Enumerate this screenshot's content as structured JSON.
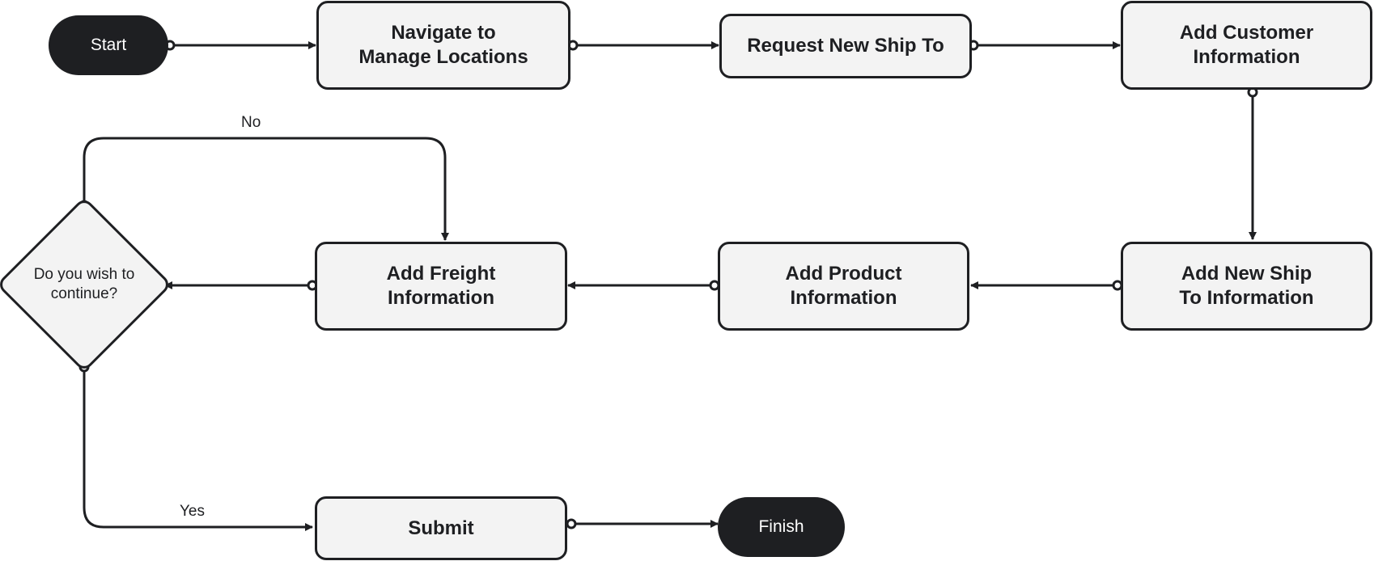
{
  "diagram": {
    "nodes": {
      "start": "Start",
      "navigate": "Navigate to\nManage Locations",
      "request": "Request New Ship To",
      "add_customer": "Add Customer\nInformation",
      "add_ship_to": "Add New Ship\nTo Information",
      "add_product": "Add Product\nInformation",
      "add_freight": "Add Freight\nInformation",
      "decision": "Do you wish to\ncontinue?",
      "submit": "Submit",
      "finish": "Finish"
    },
    "edge_labels": {
      "no": "No",
      "yes": "Yes"
    },
    "colors": {
      "stroke": "#1e1f22",
      "node_fill": "#f3f3f3",
      "terminal_fill": "#1e1f22",
      "terminal_text": "#ffffff"
    }
  }
}
